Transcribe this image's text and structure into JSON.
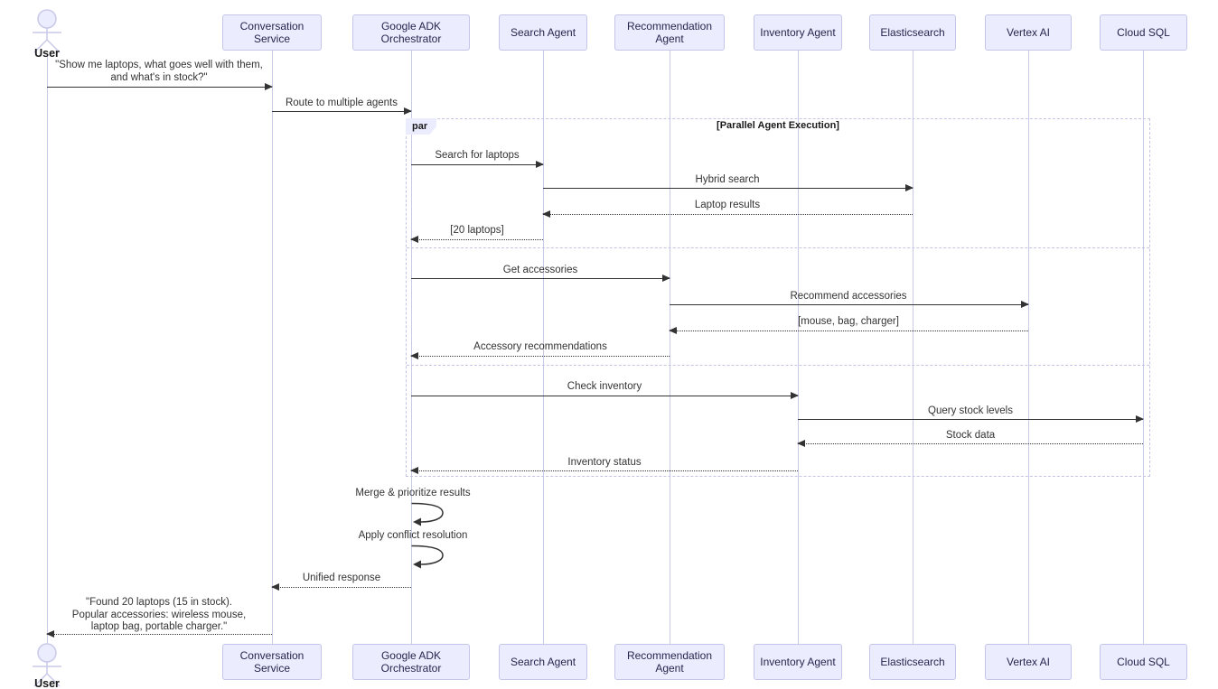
{
  "par": {
    "label": "par",
    "title": "[Parallel Agent Execution]"
  },
  "participants": [
    {
      "label": "User",
      "type": "actor"
    },
    {
      "label": "Conversation Service",
      "type": "participant"
    },
    {
      "label": "Google ADK Orchestrator",
      "type": "participant"
    },
    {
      "label": "Search Agent",
      "type": "participant"
    },
    {
      "label": "Recommendation Agent",
      "type": "participant"
    },
    {
      "label": "Inventory Agent",
      "type": "participant"
    },
    {
      "label": "Elasticsearch",
      "type": "participant"
    },
    {
      "label": "Vertex AI",
      "type": "participant"
    },
    {
      "label": "Cloud SQL",
      "type": "participant"
    }
  ],
  "messages": [
    {
      "from": "User",
      "to": "Conversation Service",
      "line": "solid",
      "label": "\"Show me laptops, what goes well with them,\nand what's in stock?\""
    },
    {
      "from": "Conversation Service",
      "to": "Google ADK Orchestrator",
      "line": "solid",
      "label": "Route to multiple agents"
    },
    {
      "from": "Google ADK Orchestrator",
      "to": "Search Agent",
      "line": "solid",
      "label": "Search for laptops"
    },
    {
      "from": "Search Agent",
      "to": "Elasticsearch",
      "line": "solid",
      "label": "Hybrid search"
    },
    {
      "from": "Elasticsearch",
      "to": "Search Agent",
      "line": "dotted",
      "label": "Laptop results"
    },
    {
      "from": "Search Agent",
      "to": "Google ADK Orchestrator",
      "line": "dotted",
      "label": "[20 laptops]"
    },
    {
      "from": "Google ADK Orchestrator",
      "to": "Recommendation Agent",
      "line": "solid",
      "label": "Get accessories"
    },
    {
      "from": "Recommendation Agent",
      "to": "Vertex AI",
      "line": "solid",
      "label": "Recommend accessories"
    },
    {
      "from": "Vertex AI",
      "to": "Recommendation Agent",
      "line": "dotted",
      "label": "[mouse, bag, charger]"
    },
    {
      "from": "Recommendation Agent",
      "to": "Google ADK Orchestrator",
      "line": "dotted",
      "label": "Accessory recommendations"
    },
    {
      "from": "Google ADK Orchestrator",
      "to": "Inventory Agent",
      "line": "solid",
      "label": "Check inventory"
    },
    {
      "from": "Inventory Agent",
      "to": "Cloud SQL",
      "line": "solid",
      "label": "Query stock levels"
    },
    {
      "from": "Cloud SQL",
      "to": "Inventory Agent",
      "line": "dotted",
      "label": "Stock data"
    },
    {
      "from": "Inventory Agent",
      "to": "Google ADK Orchestrator",
      "line": "dotted",
      "label": "Inventory status"
    },
    {
      "from": "Google ADK Orchestrator",
      "to": "Google ADK Orchestrator",
      "line": "self",
      "label": "Merge & prioritize results"
    },
    {
      "from": "Google ADK Orchestrator",
      "to": "Google ADK Orchestrator",
      "line": "self",
      "label": "Apply conflict resolution"
    },
    {
      "from": "Google ADK Orchestrator",
      "to": "Conversation Service",
      "line": "dotted",
      "label": "Unified response"
    },
    {
      "from": "Conversation Service",
      "to": "User",
      "line": "dotted",
      "label": "\"Found 20 laptops (15 in stock).\nPopular accessories: wireless mouse,\nlaptop bag, portable charger.\""
    }
  ],
  "colors": {
    "participant_fill": "#ECECFF",
    "participant_border": "#c5c5ea",
    "lifeline": "#c9c9e8",
    "par_border": "#c4c4e4",
    "arrow": "#333333",
    "text": "#333333",
    "background": "#ffffff"
  }
}
